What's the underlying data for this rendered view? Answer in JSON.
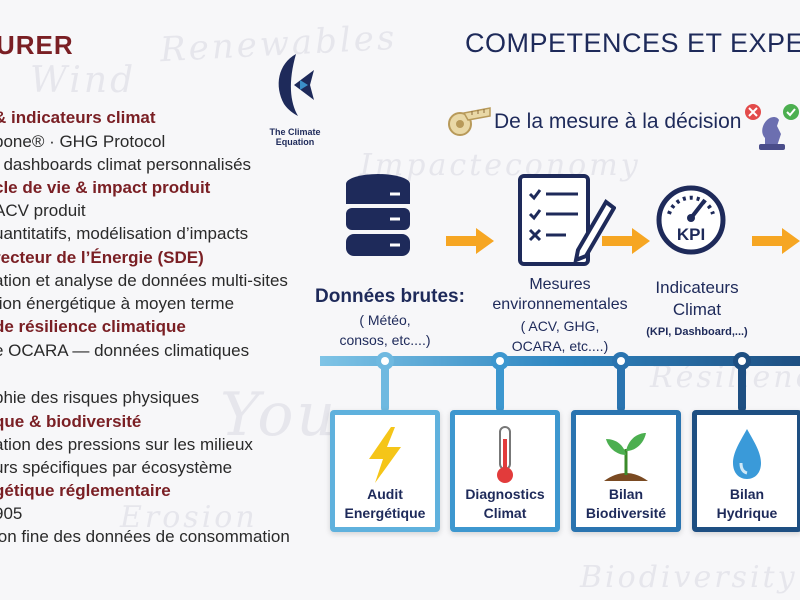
{
  "watermarks": [
    "Renewables",
    "Wind",
    "Impacteconomy",
    "Résilience",
    "Erosion",
    "Biodiversity",
    "You"
  ],
  "left": {
    "title": "URER",
    "lines": [
      {
        "text": "& indicateurs climat",
        "kind": "heading"
      },
      {
        "text": "bone® · GHG Protocol",
        "kind": "text"
      },
      {
        "text": ", dashboards climat personnalisés",
        "kind": "text"
      },
      {
        "text": "cle de vie & impact produit",
        "kind": "heading"
      },
      {
        "text": "ACV produit",
        "kind": "text"
      },
      {
        "text": "uantitatifs, modélisation d’impacts",
        "kind": "text"
      },
      {
        "text": "recteur de l’Énergie (SDE)",
        "kind": "heading"
      },
      {
        "text": "ation et analyse de données multi-sites",
        "kind": "text"
      },
      {
        "text": "tion énergétique à moyen terme",
        "kind": "text"
      },
      {
        "text": "de résilience climatique",
        "kind": "heading"
      },
      {
        "text": "e OCARA — données climatiques",
        "kind": "text"
      },
      {
        "text": "phie des risques physiques",
        "kind": "text"
      },
      {
        "text": "que & biodiversité",
        "kind": "heading"
      },
      {
        "text": "ation des pressions sur les milieux",
        "kind": "text"
      },
      {
        "text": "urs spécifiques par écosystème",
        "kind": "text"
      },
      {
        "text": "gétique réglementaire",
        "kind": "heading"
      },
      {
        "text": "905",
        "kind": "text"
      },
      {
        "text": "ion fine des données de consommation",
        "kind": "text"
      }
    ]
  },
  "logo": {
    "text": "The Climate Equation"
  },
  "right": {
    "title": "COMPETENCES ET EXPE",
    "tagline": "De la mesure à la décision",
    "steps": [
      {
        "title": "Données brutes:",
        "sub": [
          "( Météo,",
          "consos,  etc....)"
        ]
      },
      {
        "title_lines": [
          "Mesures",
          "environnementales"
        ],
        "sub": [
          "( ACV, GHG,",
          "OCARA,  etc....)"
        ]
      },
      {
        "title_lines": [
          "Indicateurs",
          "Climat"
        ],
        "sub": [
          "(KPI, Dashboard,...)"
        ]
      }
    ],
    "kpi_label": "KPI",
    "cards": [
      {
        "lines": [
          "Audit",
          "Energétique"
        ],
        "icon": "lightning-icon"
      },
      {
        "lines": [
          "Diagnostics",
          "Climat"
        ],
        "icon": "thermometer-icon"
      },
      {
        "lines": [
          "Bilan",
          "Biodiversité"
        ],
        "icon": "plant-icon"
      },
      {
        "lines": [
          "Bilan",
          "Hydrique"
        ],
        "icon": "water-drop-icon"
      }
    ]
  },
  "colors": {
    "accent_red": "#7a1f24",
    "navy": "#1e2a5a",
    "arrow_orange": "#f6a623",
    "blue": "#3b8fc9"
  }
}
